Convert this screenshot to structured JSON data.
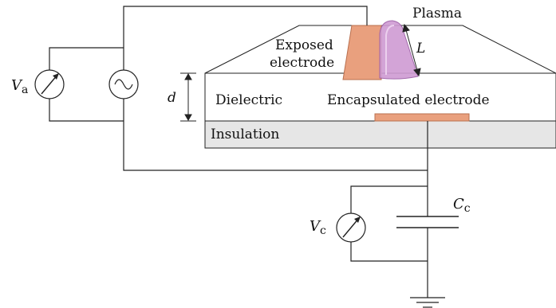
{
  "labels": {
    "plasma": "Plasma",
    "exposed_line1": "Exposed",
    "exposed_line2": "electrode",
    "dielectric": "Dielectric",
    "encapsulated": "Encapsulated electrode",
    "insulation": "Insulation",
    "dim_d": "d",
    "dim_L": "L",
    "va_main": "V",
    "va_sub": "a",
    "vc_main": "V",
    "vc_sub": "c",
    "cc_main": "C",
    "cc_sub": "c"
  },
  "colors": {
    "electrode": "#e9a07e",
    "electrode_stroke": "#b9704f",
    "plasma": "#cf9bd3",
    "plasma_stroke": "#9a5aa5",
    "insulation": "#e6e6e6",
    "wire": "#222222"
  }
}
